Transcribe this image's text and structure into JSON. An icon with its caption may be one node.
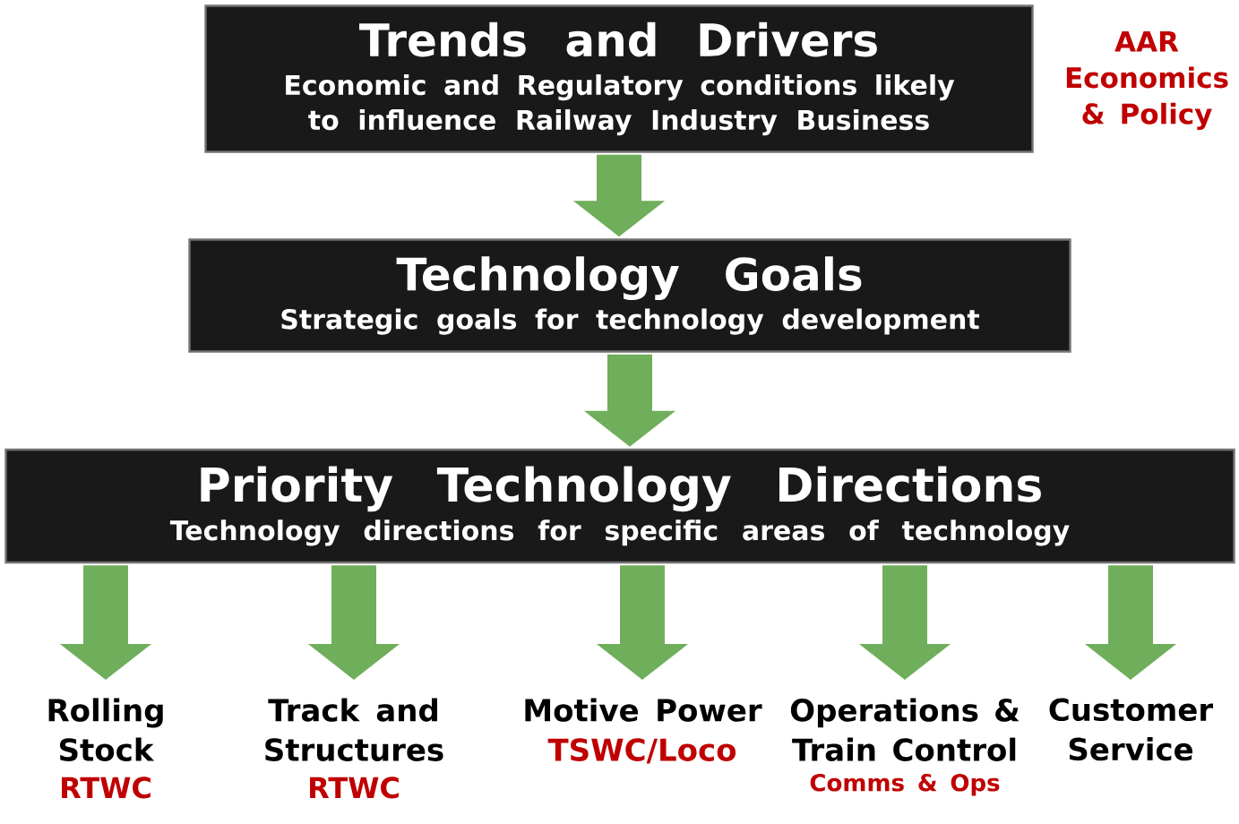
{
  "diagram": {
    "nodes": [
      {
        "text": [
          "Trends and Drivers",
          "Economic and Regulatory conditions likely to influence Railway Industry Business"
        ],
        "beside": [
          "AAR Economics & Policy"
        ]
      },
      {
        "text": [
          "Technology Goals",
          "Strategic goals for technology development"
        ]
      },
      {
        "text": [
          "Priority Technology Directions",
          "Technology directions for specific areas of technology"
        ]
      },
      {
        "text": [
          "Rolling Stock",
          "RTWC"
        ]
      },
      {
        "text": [
          "Track and Structures",
          "RTWC"
        ]
      },
      {
        "text": [
          "Motive Power",
          "TSWC/Loco"
        ]
      },
      {
        "text": [
          "Operations & Train Control",
          "Comms & Ops"
        ]
      },
      {
        "text": [
          "Customer Service"
        ]
      }
    ],
    "edges": [
      {
        "from": 0,
        "to": 1,
        "arrow": "to"
      },
      {
        "from": 1,
        "to": 2,
        "arrow": "to"
      },
      {
        "from": 2,
        "to": 3,
        "arrow": "to"
      },
      {
        "from": 2,
        "to": 4,
        "arrow": "to"
      },
      {
        "from": 2,
        "to": 5,
        "arrow": "to"
      },
      {
        "from": 2,
        "to": 6,
        "arrow": "to"
      },
      {
        "from": 2,
        "to": 7,
        "arrow": "to"
      }
    ]
  }
}
